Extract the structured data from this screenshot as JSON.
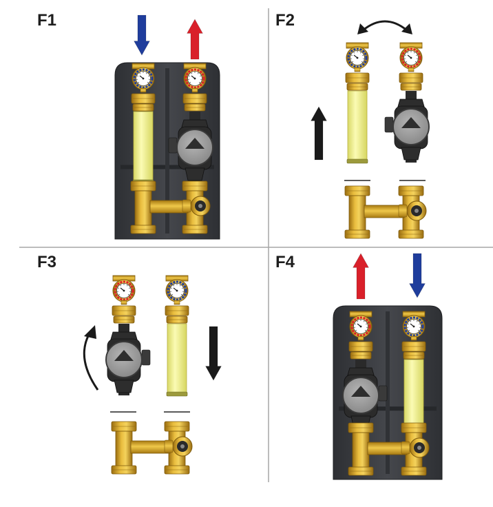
{
  "panels": [
    {
      "label": "F1",
      "flow": [
        "down",
        "up"
      ],
      "pump_side": "right",
      "insulation": true,
      "curved_arrow": false
    },
    {
      "label": "F2",
      "flow": [
        "up"
      ],
      "pump_side": "right",
      "insulation": false,
      "curved_arrow": true
    },
    {
      "label": "F3",
      "flow": [
        "down"
      ],
      "pump_side": "left",
      "insulation": false,
      "curved_arrow": true
    },
    {
      "label": "F4",
      "flow": [
        "up",
        "down"
      ],
      "pump_side": "left",
      "insulation": true,
      "curved_arrow": false
    }
  ],
  "colors": {
    "cold": "#1f3d9c",
    "hot": "#d9202a",
    "black_arrow": "#1a1a1a",
    "brass": "#d9a526",
    "glass_tube": "#f2f28c",
    "insulation": "#3d3f43",
    "divider": "#a6a6a6"
  },
  "icons": {
    "flow_arrow": "straight-arrow-icon",
    "swap_arrow": "curved-double-arrow-icon",
    "gauge": "thermometer-gauge-icon",
    "pump": "circulator-pump-icon",
    "valve": "mixing-valve-icon"
  }
}
